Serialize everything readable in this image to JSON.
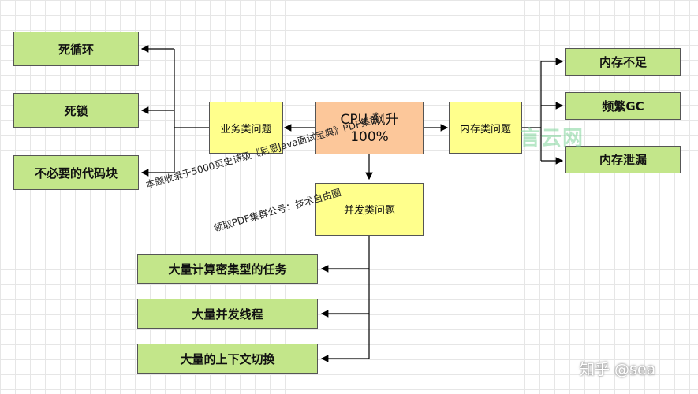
{
  "center": {
    "line1": "CPU 飙升",
    "line2": "100%"
  },
  "categories": {
    "business": "业务类问题",
    "memory": "内存类问题",
    "concurrency": "并发类问题"
  },
  "business_items": [
    "死循环",
    "死锁",
    "不必要的代码块"
  ],
  "memory_items": [
    "内存不足",
    "频繁GC",
    "内存泄漏"
  ],
  "concurrency_items": [
    "大量计算密集型的任务",
    "大量并发线程",
    "大量的上下文切换"
  ],
  "overlay_text": {
    "line1": "本题收录于5000页史诗级《尼恩Java面试宝典》PDF集群",
    "line2": "领取PDF集群公号：技术自由圈"
  },
  "watermark": "言云网",
  "credit": "知乎 @sea",
  "colors": {
    "leaf": "#c3e68a",
    "category": "#ffff8c",
    "center": "#fcc79a"
  }
}
